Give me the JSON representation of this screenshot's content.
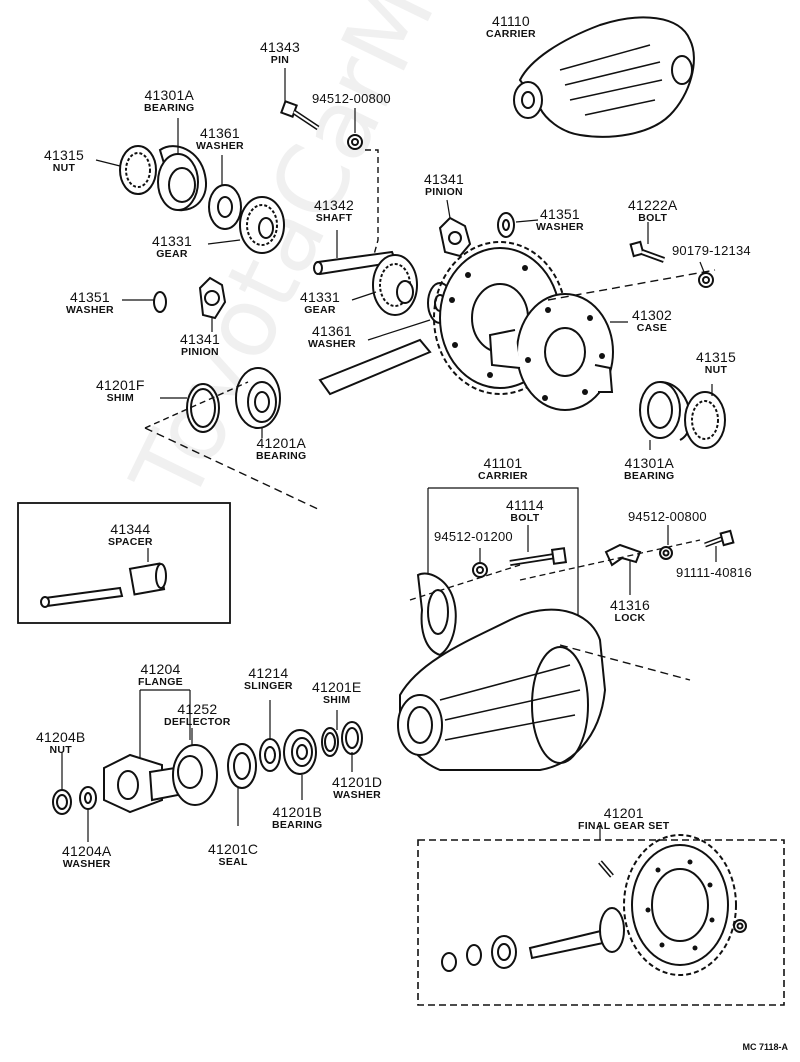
{
  "diagram": {
    "watermark": "ToyotaCarMaster.ru",
    "reference_code": "MC 7118-A",
    "colors": {
      "ink": "#111111",
      "paper": "#ffffff",
      "watermark": "#e6e6e6"
    }
  },
  "parts": {
    "p41110": {
      "num": "41110",
      "name": "CARRIER"
    },
    "p41343": {
      "num": "41343",
      "name": "PIN"
    },
    "p94512a": {
      "num": "94512-00800",
      "name": ""
    },
    "p41301a_top": {
      "num": "41301A",
      "name": "BEARING"
    },
    "p41361_top": {
      "num": "41361",
      "name": "WASHER"
    },
    "p41315_top": {
      "num": "41315",
      "name": "NUT"
    },
    "p41341_top": {
      "num": "41341",
      "name": "PINION"
    },
    "p41342": {
      "num": "41342",
      "name": "SHAFT"
    },
    "p41351_right": {
      "num": "41351",
      "name": "WASHER"
    },
    "p41222a": {
      "num": "41222A",
      "name": "BOLT"
    },
    "p41331_left": {
      "num": "41331",
      "name": "GEAR"
    },
    "p90179": {
      "num": "90179-12134",
      "name": ""
    },
    "p41351_left": {
      "num": "41351",
      "name": "WASHER"
    },
    "p41331_mid": {
      "num": "41331",
      "name": "GEAR"
    },
    "p41302": {
      "num": "41302",
      "name": "CASE"
    },
    "p41361_mid": {
      "num": "41361",
      "name": "WASHER"
    },
    "p41341_low": {
      "num": "41341",
      "name": "PINION"
    },
    "p41315_right": {
      "num": "41315",
      "name": "NUT"
    },
    "p41201f": {
      "num": "41201F",
      "name": "SHIM"
    },
    "p41201a": {
      "num": "41201A",
      "name": "BEARING"
    },
    "p41301a_right": {
      "num": "41301A",
      "name": "BEARING"
    },
    "p41101": {
      "num": "41101",
      "name": "CARRIER"
    },
    "p41114": {
      "num": "41114",
      "name": "BOLT"
    },
    "p41344": {
      "num": "41344",
      "name": "SPACER"
    },
    "p94512b": {
      "num": "94512-01200",
      "name": ""
    },
    "p94512c": {
      "num": "94512-00800",
      "name": ""
    },
    "p91111": {
      "num": "91111-40816",
      "name": ""
    },
    "p41316": {
      "num": "41316",
      "name": "LOCK"
    },
    "p41204": {
      "num": "41204",
      "name": "FLANGE"
    },
    "p41214": {
      "num": "41214",
      "name": "SLINGER"
    },
    "p41201e": {
      "num": "41201E",
      "name": "SHIM"
    },
    "p41252": {
      "num": "41252",
      "name": "DEFLECTOR"
    },
    "p41204b": {
      "num": "41204B",
      "name": "NUT"
    },
    "p41201d": {
      "num": "41201D",
      "name": "WASHER"
    },
    "p41201b": {
      "num": "41201B",
      "name": "BEARING"
    },
    "p41204a": {
      "num": "41204A",
      "name": "WASHER"
    },
    "p41201c": {
      "num": "41201C",
      "name": "SEAL"
    },
    "p41201": {
      "num": "41201",
      "name": "FINAL GEAR SET"
    }
  }
}
